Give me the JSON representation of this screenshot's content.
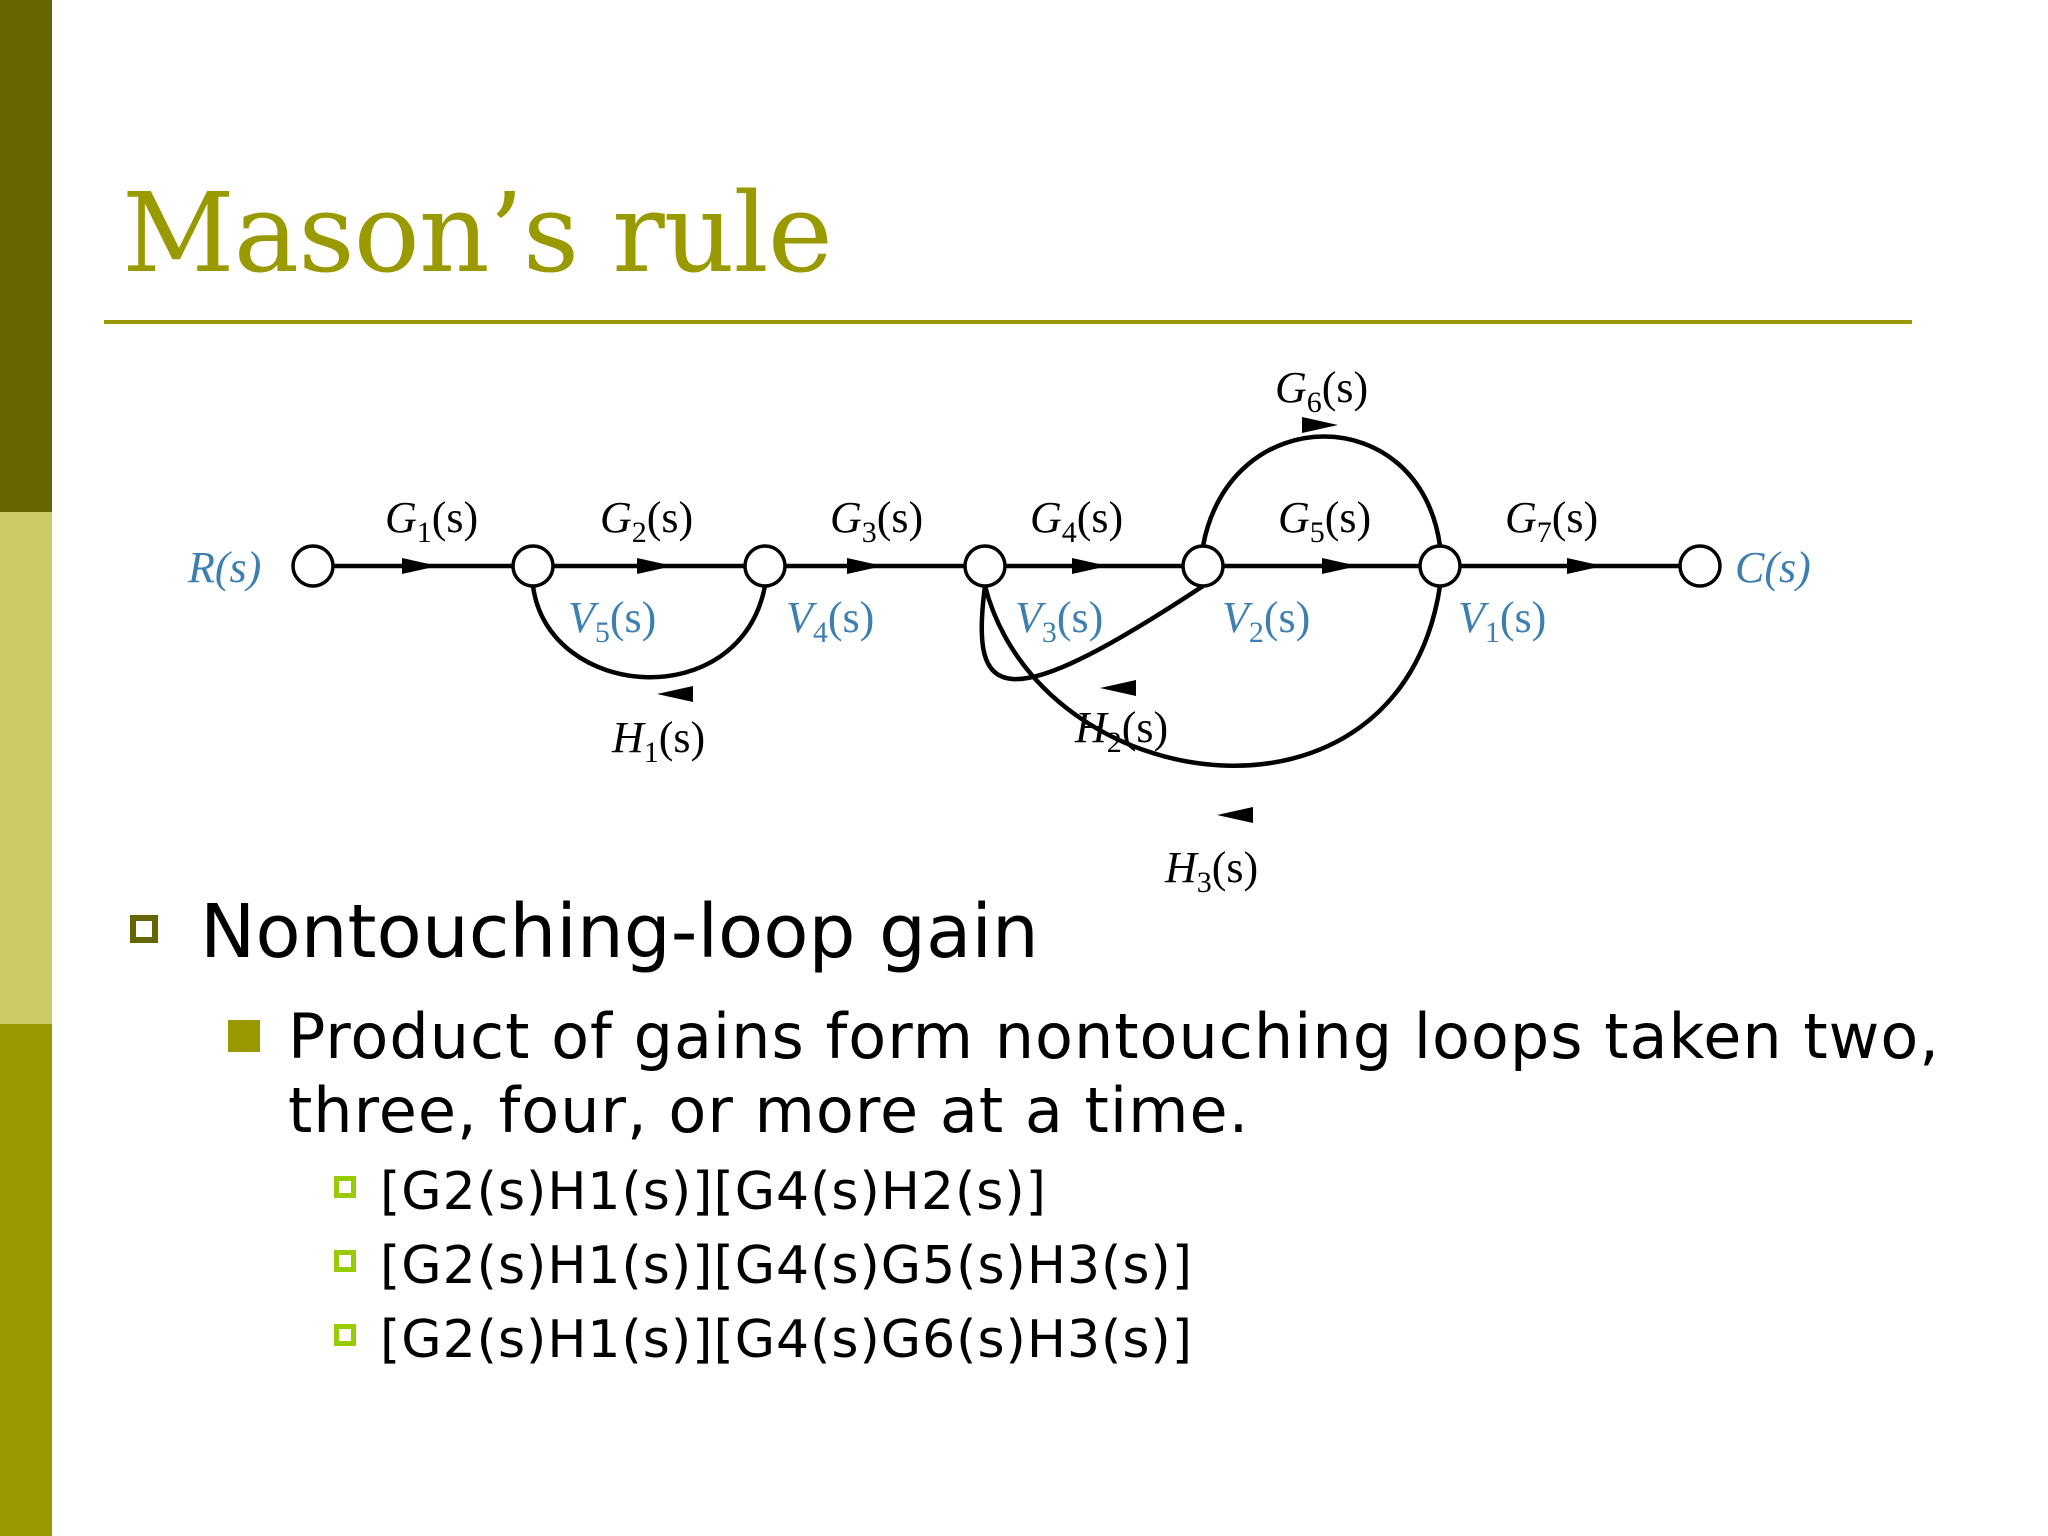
{
  "colors": {
    "bar_top": "#666600",
    "bar_mid": "#cccc66",
    "bar_bottom": "#999900",
    "title": "#999900",
    "rule": "#999900",
    "bullet_l1": "#666600",
    "bullet_l2": "#999900",
    "bullet_l3": "#99cc00",
    "signal_label": "#3d7fb0"
  },
  "slide": {
    "title": "Mason’s rule"
  },
  "diagram": {
    "input": "R(s)",
    "output": "C(s)",
    "forward_gains": [
      {
        "name": "G",
        "sub": "1"
      },
      {
        "name": "G",
        "sub": "2"
      },
      {
        "name": "G",
        "sub": "3"
      },
      {
        "name": "G",
        "sub": "4"
      },
      {
        "name": "G",
        "sub": "5"
      },
      {
        "name": "G",
        "sub": "7"
      }
    ],
    "branch_gain": {
      "name": "G",
      "sub": "6"
    },
    "feedback_gains": [
      {
        "name": "H",
        "sub": "1"
      },
      {
        "name": "H",
        "sub": "2"
      },
      {
        "name": "H",
        "sub": "3"
      }
    ],
    "node_signals": [
      {
        "name": "V",
        "sub": "5"
      },
      {
        "name": "V",
        "sub": "4"
      },
      {
        "name": "V",
        "sub": "3"
      },
      {
        "name": "V",
        "sub": "2"
      },
      {
        "name": "V",
        "sub": "1"
      }
    ],
    "arg": "(s)"
  },
  "bullets": {
    "level1": "Nontouching-loop gain",
    "level2": "Product of gains form nontouching loops taken two, three, four, or more at a time.",
    "level3": [
      "[G2(s)H1(s)][G4(s)H2(s)]",
      "[G2(s)H1(s)][G4(s)G5(s)H3(s)]",
      "[G2(s)H1(s)][G4(s)G6(s)H3(s)]"
    ]
  }
}
